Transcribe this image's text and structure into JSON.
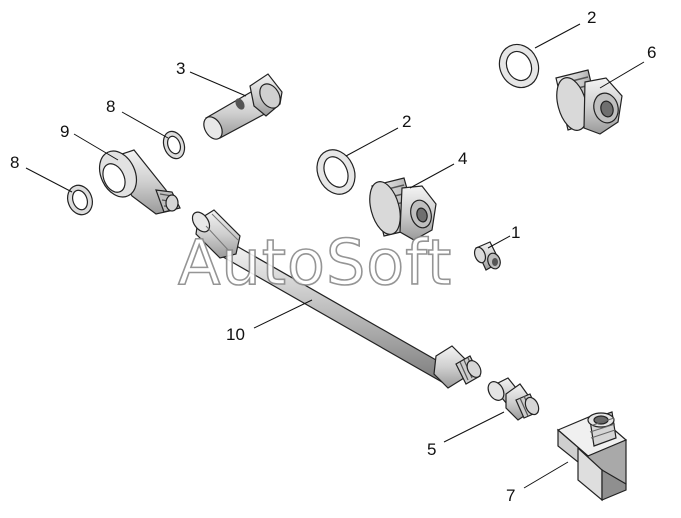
{
  "watermark": "AutoSoft",
  "callouts": [
    {
      "id": "c1",
      "label": "1"
    },
    {
      "id": "c2a",
      "label": "2"
    },
    {
      "id": "c2b",
      "label": "2"
    },
    {
      "id": "c3",
      "label": "3"
    },
    {
      "id": "c4",
      "label": "4"
    },
    {
      "id": "c5",
      "label": "5"
    },
    {
      "id": "c6",
      "label": "6"
    },
    {
      "id": "c7",
      "label": "7"
    },
    {
      "id": "c8a",
      "label": "8"
    },
    {
      "id": "c8b",
      "label": "8"
    },
    {
      "id": "c9",
      "label": "9"
    },
    {
      "id": "c10",
      "label": "10"
    }
  ],
  "colors": {
    "part_light": "#e9e9e9",
    "part_mid": "#c8c8c8",
    "part_dark": "#8f8f8f",
    "outline": "#222222",
    "background": "#ffffff"
  }
}
